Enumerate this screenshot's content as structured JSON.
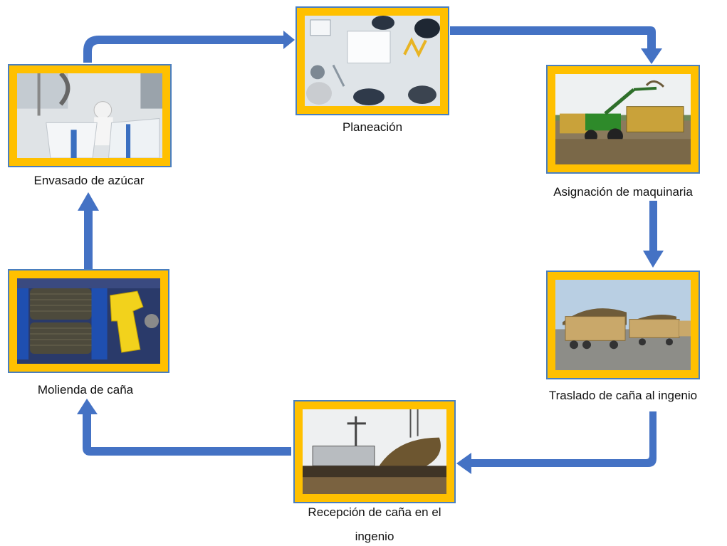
{
  "diagram": {
    "type": "cycle",
    "colors": {
      "arrow": "#4472C4",
      "frame": "#FFC000",
      "frame_border": "#4A7FBF",
      "label_text": "#111111"
    },
    "steps": [
      {
        "id": "planeacion",
        "label": "Planeación",
        "image": "meeting-table-photo"
      },
      {
        "id": "asignacion",
        "label": "Asignación de maquinaria",
        "image": "tractor-loader-photo"
      },
      {
        "id": "traslado",
        "label": "Traslado de caña al ingenio",
        "image": "cane-trucks-photo"
      },
      {
        "id": "recepcion",
        "label_line1": "Recepción de caña en el",
        "label_line2": "ingenio",
        "image": "cane-crane-photo"
      },
      {
        "id": "molienda",
        "label": "Molienda de caña",
        "image": "mill-rollers-photo"
      },
      {
        "id": "envasado",
        "label": "Envasado de azúcar",
        "image": "sugar-bagging-photo"
      }
    ],
    "flow": [
      [
        "planeacion",
        "asignacion"
      ],
      [
        "asignacion",
        "traslado"
      ],
      [
        "traslado",
        "recepcion"
      ],
      [
        "recepcion",
        "molienda"
      ],
      [
        "molienda",
        "envasado"
      ],
      [
        "envasado",
        "planeacion"
      ]
    ]
  }
}
